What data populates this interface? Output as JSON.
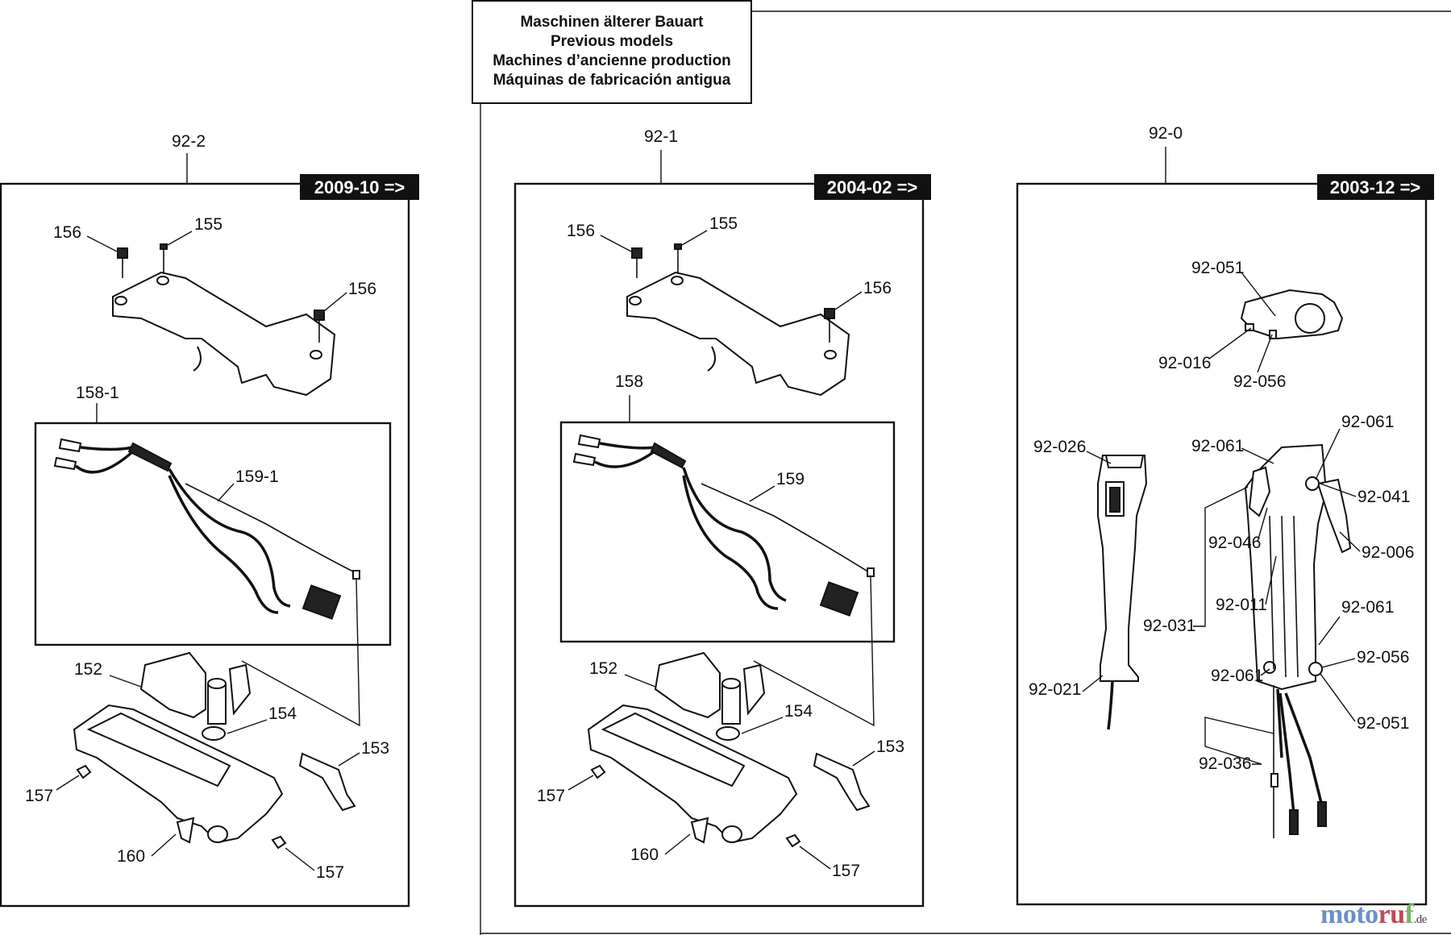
{
  "header_box": {
    "lines": [
      "Maschinen älterer Bauart",
      "Previous models",
      "Machines d’ancienne production",
      "Máquinas de fabricación antigua"
    ]
  },
  "panels": [
    {
      "id": "92-2",
      "date_badge": "2009-10 =>",
      "subassembly_label": "158-1",
      "labels": {
        "screw_a": "156",
        "screw_b": "155",
        "screw_c": "156",
        "cable": "159-1",
        "grip": "152",
        "ring": "154",
        "lever": "153",
        "nut_a": "157",
        "nut_b": "157",
        "clip": "160"
      }
    },
    {
      "id": "92-1",
      "date_badge": "2004-02 =>",
      "subassembly_label": "158",
      "labels": {
        "screw_a": "156",
        "screw_b": "155",
        "screw_c": "156",
        "cable": "159",
        "grip": "152",
        "ring": "154",
        "lever": "153",
        "nut_a": "157",
        "nut_b": "157",
        "clip": "160"
      }
    },
    {
      "id": "92-0",
      "date_badge": "2003-12 =>",
      "labels": {
        "l051a": "92-051",
        "l016": "92-016",
        "l056a": "92-056",
        "l026": "92-026",
        "l061a": "92-061",
        "l061b": "92-061",
        "l041": "92-041",
        "l046": "92-046",
        "l006": "92-006",
        "l011": "92-011",
        "l031": "92-031",
        "l061c": "92-061",
        "l056b": "92-056",
        "l061d": "92-061",
        "l021": "92-021",
        "l051b": "92-051",
        "l036": "92-036"
      }
    }
  ],
  "logo": {
    "part_a": "moto",
    "part_b": "ru",
    "part_c": "f",
    "suffix": ".de"
  }
}
